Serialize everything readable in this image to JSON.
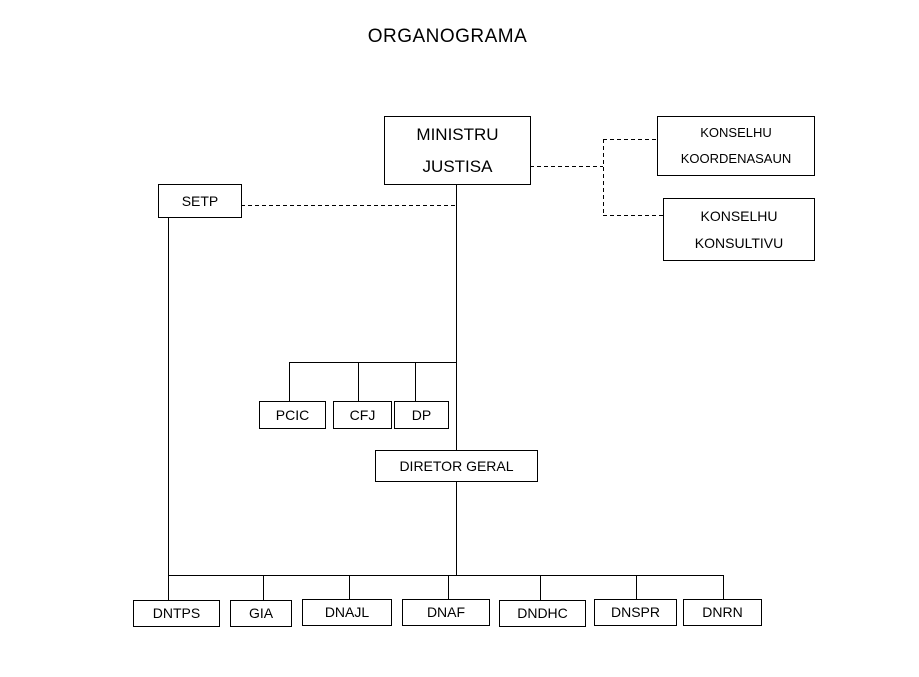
{
  "title": "ORGANOGRAMA",
  "minister": {
    "line1": "MINISTRU",
    "line2": "JUSTISA"
  },
  "councils": {
    "coordination": {
      "line1": "KONSELHU",
      "line2": "KOORDENASAUN"
    },
    "consultative": {
      "line1": "KONSELHU",
      "line2": "KONSULTIVU"
    }
  },
  "setp": "SETP",
  "units": {
    "pcic": "PCIC",
    "cfj": "CFJ",
    "dp": "DP"
  },
  "director_general": "DIRETOR GERAL",
  "directorates": {
    "dntps": "DNTPS",
    "gia": "GIA",
    "dnajl": "DNAJL",
    "dnaf": "DNAF",
    "dndhc": "DNDHC",
    "dnspr": "DNSPR",
    "dnrn": "DNRN"
  }
}
